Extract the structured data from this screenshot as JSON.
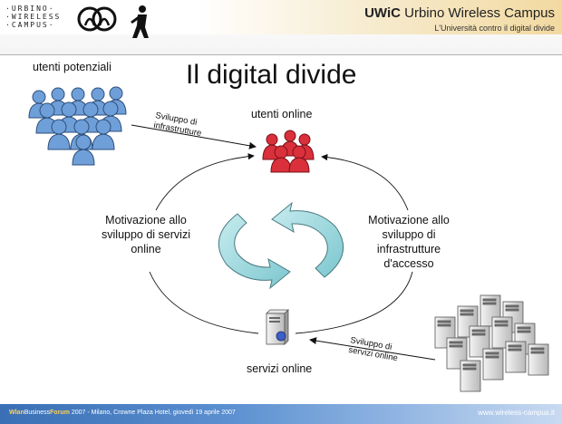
{
  "header": {
    "logo_text": "·URBINO·\n·WIRELESS\n·CAMPUS·",
    "title_bold": "UWiC",
    "title_rest": " Urbino Wireless Campus",
    "subtitle": "L'Università contro il digital divide"
  },
  "slide": {
    "title": "Il digital divide"
  },
  "diagram": {
    "utenti_potenziali": "utenti potenziali",
    "utenti_online": "utenti online",
    "servizi_online": "servizi online",
    "motivazione_servizi": "Motivazione allo sviluppo di servizi online",
    "motivazione_infrastrutture": "Motivazione allo sviluppo di infrastrutture d'accesso",
    "arrow_top": "Sviluppo di infrastrutture",
    "arrow_bottom": "Sviluppo di servizi online",
    "colors": {
      "potential_users": "#6f9fd8",
      "online_users": "#d9303b",
      "cycle_arrows": "#8fd0d6"
    }
  },
  "footer": {
    "left_bold_1": "Wlan",
    "left_text_1": "Business",
    "left_bold_2": "Forum",
    "left_text_2": " 2007 - Milano, Crowne Plaza Hotel, giovedì 19 aprile 2007",
    "right": "www.wireless-campus.it"
  }
}
